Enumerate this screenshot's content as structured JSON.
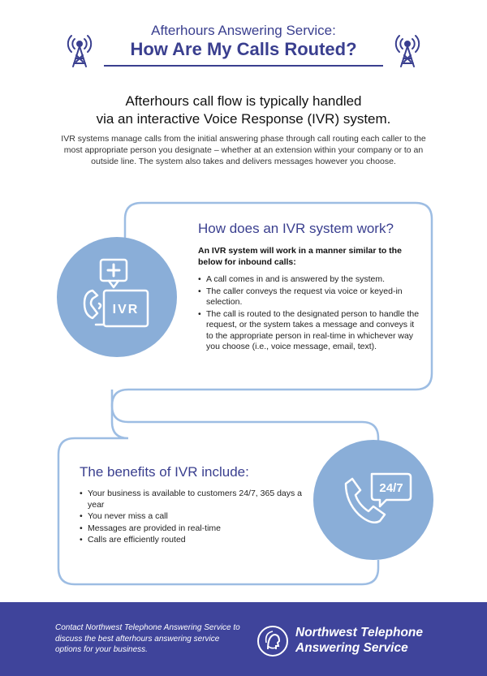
{
  "header": {
    "kicker": "Afterhours Answering Service:",
    "title": "How Are My Calls Routed?",
    "icon_left": "radio-tower-icon",
    "icon_right": "radio-tower-icon"
  },
  "intro": {
    "headline_line1": "Afterhours call flow is typically handled",
    "headline_line2": "via an interactive Voice Response (IVR) system.",
    "body": "IVR systems manage calls from the initial answering phase through call routing each caller to the most appropriate person you designate – whether at an  extension within your company or to an outside line. The system also takes and delivers messages however you choose."
  },
  "ivr_section": {
    "heading": "How does an IVR system work?",
    "lead": "An IVR system will work in a manner similar to the below for inbound calls:",
    "items": [
      "A call comes in and is answered by the system.",
      "The caller conveys the request via voice or keyed-in selection.",
      "The call is routed to the designated person to handle the request, or the system takes a message and conveys it to the appropriate person in real-time in whichever way you choose (i.e., voice message, email, text)."
    ],
    "icon": "ivr-phone-icon",
    "icon_label": "IVR"
  },
  "benefits_section": {
    "heading": "The benefits of IVR include:",
    "items": [
      "Your business is available to customers 24/7, 365 days a year",
      "You never miss a call",
      "Messages are provided in real-time",
      "Calls are efficiently routed"
    ],
    "icon": "phone-24-7-icon",
    "icon_label": "24/7"
  },
  "footer": {
    "cta": "Contact Northwest Telephone Answering Service to discuss the best afterhours answering service options for your business.",
    "brand_line1": "Northwest Telephone",
    "brand_line2": "Answering Service",
    "logo_icon": "headset-person-icon"
  },
  "colors": {
    "navy": "#3a3f8f",
    "footer": "#3f449b",
    "circle": "#8aaed8",
    "flow_line": "#9dbde3"
  }
}
